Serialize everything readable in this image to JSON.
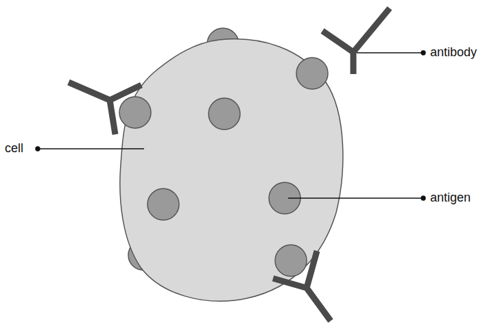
{
  "diagram": {
    "labels": [
      "antibody",
      "cell",
      "antigen"
    ]
  }
}
